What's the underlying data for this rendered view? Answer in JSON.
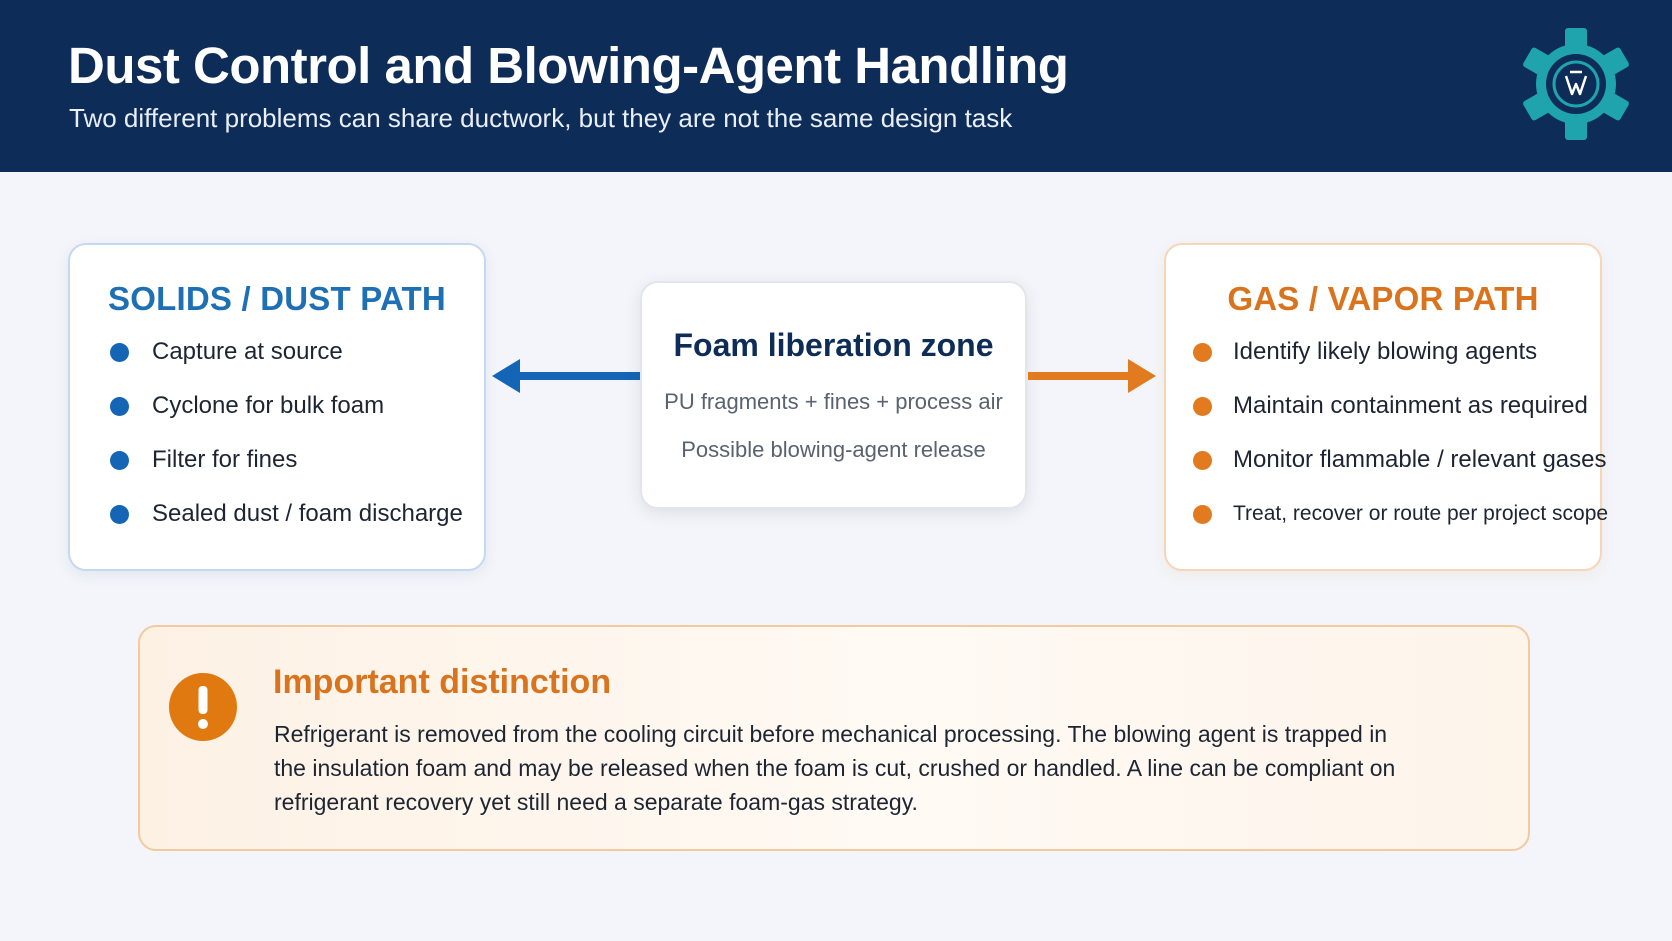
{
  "header": {
    "title": "Dust Control and Blowing-Agent Handling",
    "subtitle": "Two different problems can share ductwork, but they are not the same design task",
    "logo_icon": "gear-logo-icon"
  },
  "solids_path": {
    "heading": "SOLIDS / DUST PATH",
    "items": [
      "Capture at source",
      "Cyclone for bulk foam",
      "Filter for fines",
      "Sealed dust / foam discharge"
    ]
  },
  "liberation_zone": {
    "title": "Foam liberation zone",
    "line1": "PU fragments + fines + process air",
    "line2": "Possible blowing-agent release"
  },
  "gas_path": {
    "heading": "GAS / VAPOR PATH",
    "items": [
      "Identify likely blowing agents",
      "Maintain containment as required",
      "Monitor flammable / relevant gases",
      "Treat, recover or route per project scope"
    ]
  },
  "callout": {
    "title": "Important distinction",
    "body_lines": [
      "Refrigerant is removed from the cooling circuit before mechanical processing. The blowing agent is trapped in",
      "the insulation foam and may be released when the foam is cut, crushed or handled. A line can be compliant on",
      "refrigerant recovery yet still need a separate foam-gas strategy."
    ]
  },
  "colors": {
    "header_bg": "#0d2c57",
    "solids_accent": "#1565b6",
    "gas_accent": "#e27a1f",
    "warning_accent": "#e07a10"
  }
}
